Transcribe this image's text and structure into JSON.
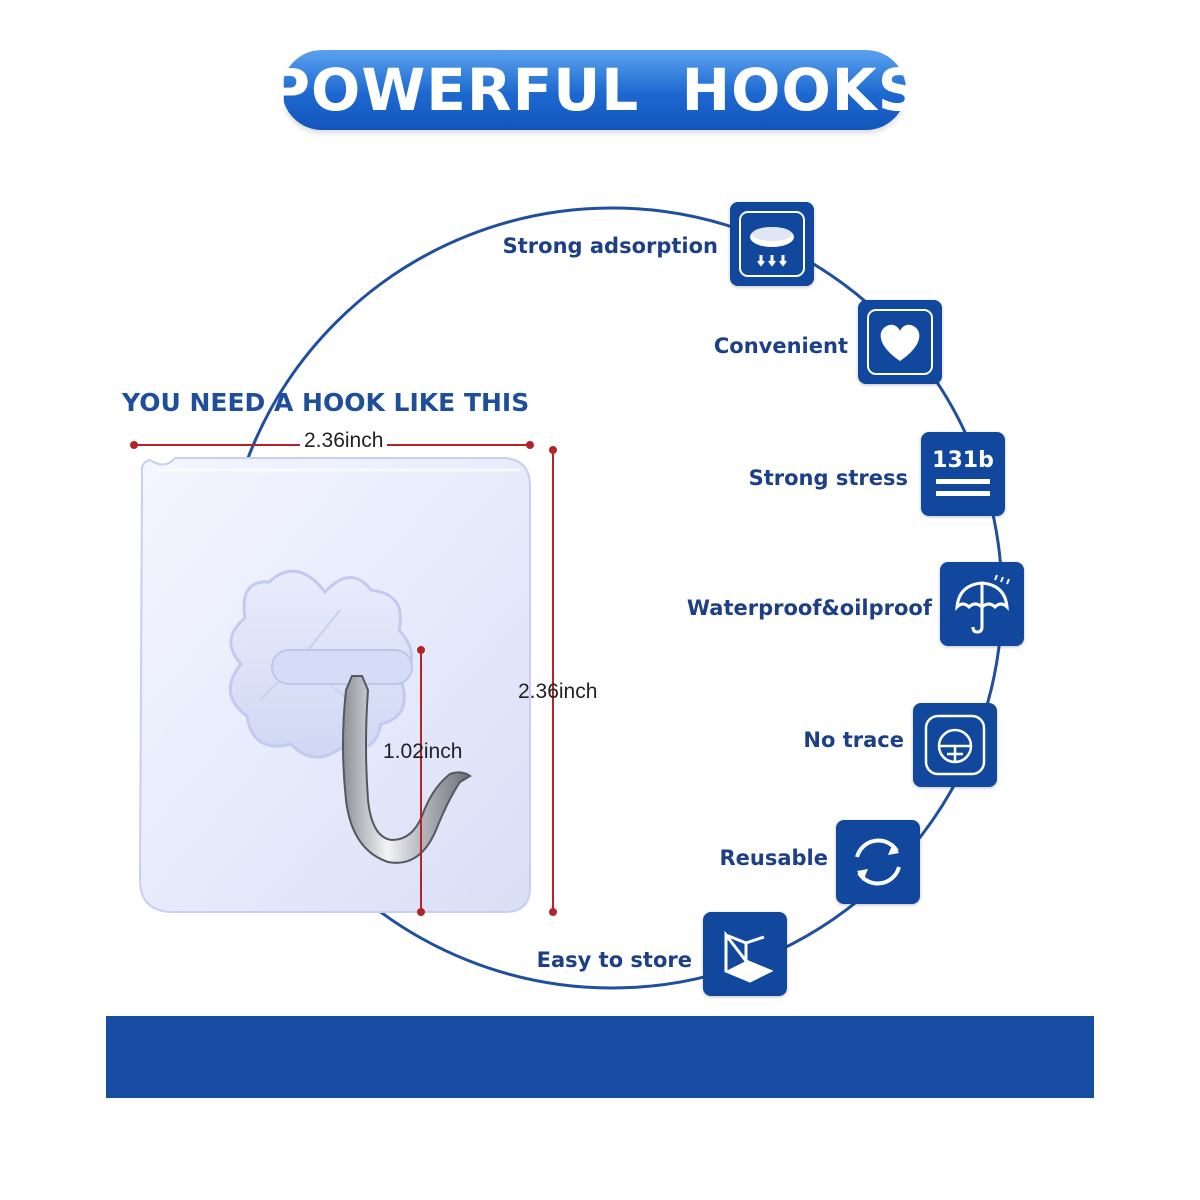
{
  "title": "POWERFUL  HOOKS",
  "headline": "YOU NEED A HOOK LIKE THIS",
  "dimensions": {
    "width": "2.36inch",
    "height": "2.36inch",
    "hook_length": "1.02inch"
  },
  "icon_131b_text": "131b",
  "features": [
    {
      "label": "Strong adsorption",
      "icon": "suction-pad-icon"
    },
    {
      "label": "Convenient",
      "icon": "heart-icon"
    },
    {
      "label": "Strong stress",
      "icon": "weight-131b-icon"
    },
    {
      "label": "Waterproof&oilproof",
      "icon": "umbrella-icon"
    },
    {
      "label": "No trace",
      "icon": "no-trace-icon"
    },
    {
      "label": "Reusable",
      "icon": "recycle-arrows-icon"
    },
    {
      "label": "Easy to store",
      "icon": "storage-box-icon"
    }
  ],
  "colors": {
    "title_blue": "#1d68d0",
    "icon_blue": "#11479d",
    "label_blue": "#1c3f86",
    "bar_blue": "#174da2",
    "dim_red": "#b3242a"
  }
}
